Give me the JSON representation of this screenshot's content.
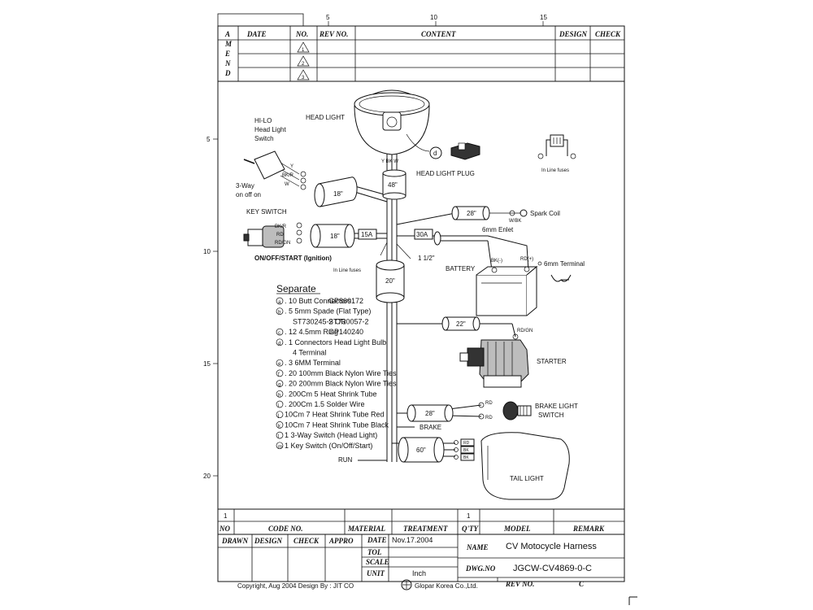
{
  "ruler": {
    "top": [
      "5",
      "10",
      "15"
    ],
    "left": [
      "5",
      "10",
      "15",
      "20"
    ]
  },
  "amend": {
    "side_label": [
      "A",
      "M",
      "E",
      "N",
      "D"
    ],
    "headers": {
      "date": "DATE",
      "no": "NO.",
      "rev_no": "REV NO.",
      "content": "CONTENT",
      "design": "DESIGN",
      "check": "CHECK"
    },
    "rows": [
      "1",
      "2",
      "3"
    ]
  },
  "diagram": {
    "head_light": "HEAD LIGHT",
    "hilo_switch": [
      "HI-LO",
      "Head Light",
      "Switch"
    ],
    "three_way": [
      "3-Way",
      "on off on"
    ],
    "hilo_wires": [
      "Y",
      "BK/R",
      "W"
    ],
    "plug_marker": "d",
    "head_light_plug": "HEAD LIGHT PLUG",
    "plug_wires": "Y BK W",
    "in_line_fuses_icon": "In Line fuses",
    "key_switch": "KEY SWITCH",
    "key_wires": [
      "BK/R",
      "RD",
      "RD/GN"
    ],
    "ignition": "ON/OFF/START (Ignition)",
    "in_line_fuses": "In Line fuses",
    "fuse_15a": "15A",
    "fuse_30a": "30A",
    "sleeve_18_a": "18\"",
    "sleeve_18_b": "18\"",
    "sleeve_48": "48\"",
    "sleeve_28_a": "28\"",
    "sleeve_20": "20\"",
    "sleeve_22": "22\"",
    "sleeve_28_b": "28\"",
    "sleeve_60": "60\"",
    "spark_coil": "Spark Coil",
    "spark_wire": "W/BK",
    "enlet": "6mm Enlet",
    "one_half": "1 1/2\"",
    "battery": "BATTERY",
    "bk_minus": "BK(-)",
    "rd_plus": "RD(+)",
    "terminal_6mm": "6mm Terminal",
    "starter": "STARTER",
    "starter_wire": "RD/GN",
    "brake_light_switch": [
      "BRAKE LIGHT",
      "SWITCH"
    ],
    "brake_wires": [
      "RD",
      "RD"
    ],
    "brake": "BRAKE",
    "run": "RUN",
    "tail_wires": [
      "RD",
      "BK",
      "BK"
    ],
    "tail_light": "TAIL LIGHT"
  },
  "separate": {
    "title": "Separate",
    "items": [
      {
        "marker": "a",
        "text": ". 10 Butt Connectors",
        "part": "GP860172"
      },
      {
        "marker": "b",
        "text": ". 5  5mm Spade (Flat Type)",
        "part": ""
      },
      {
        "marker": "",
        "text": "ST730245-2 OR",
        "part": "ST730057-2"
      },
      {
        "marker": "c",
        "text": ". 12  4.5mm Ring",
        "part": "GP140240"
      },
      {
        "marker": "d",
        "text": ". 1  Connectors Head Light Bulb",
        "part": ""
      },
      {
        "marker": "",
        "text": "4  Terminal",
        "part": ""
      },
      {
        "marker": "e",
        "text": ". 3 6MM Terminal",
        "part": ""
      },
      {
        "marker": "f",
        "text": ". 20 100mm Black Nylon Wire Ties",
        "part": ""
      },
      {
        "marker": "g",
        "text": ". 20 200mm Black Nylon Wire Ties",
        "part": ""
      },
      {
        "marker": "h",
        "text": ". 200Cm 5 Heat Shrink Tube",
        "part": ""
      },
      {
        "marker": "i",
        "text": ". 200Cm 1.5 Solder Wire",
        "part": ""
      },
      {
        "marker": "j",
        "text": "10Cm 7 Heat Shrink Tube Red",
        "part": ""
      },
      {
        "marker": "k",
        "text": "10Cm 7 Heat Shrink Tube Black",
        "part": ""
      },
      {
        "marker": "l",
        "text": "1  3-Way Switch (Head Light)",
        "part": ""
      },
      {
        "marker": "m",
        "text": "1 Key Switch (On/Off/Start)",
        "part": ""
      }
    ]
  },
  "title_block": {
    "parts_row_no": "1",
    "qty_value": "1",
    "headers": {
      "no": "NO",
      "code_no": "CODE  NO.",
      "material": "MATERIAL",
      "treatment": "TREATMENT",
      "qty": "Q'TY",
      "model": "MODEL",
      "remark": "REMARK"
    },
    "sign": {
      "drawn": "DRAWN",
      "design": "DESIGN",
      "check": "CHECK",
      "appro": "APPRO"
    },
    "date_label": "DATE",
    "date_value": "Nov.17.2004",
    "tol_label": "TOL",
    "scale_label": "SCALE",
    "unit_label": "UNIT",
    "unit_value": "Inch",
    "name_label": "NAME",
    "name_value": "CV Motocycle Harness",
    "dwg_label": "DWG.NO",
    "dwg_value": "JGCW-CV4869-0-C",
    "rev_label": "REV NO.",
    "rev_value": "C"
  },
  "footer": {
    "copyright": "Copyright, Aug 2004 Design By : JIT CO",
    "company": "Glopar Korea Co.,Ltd."
  }
}
